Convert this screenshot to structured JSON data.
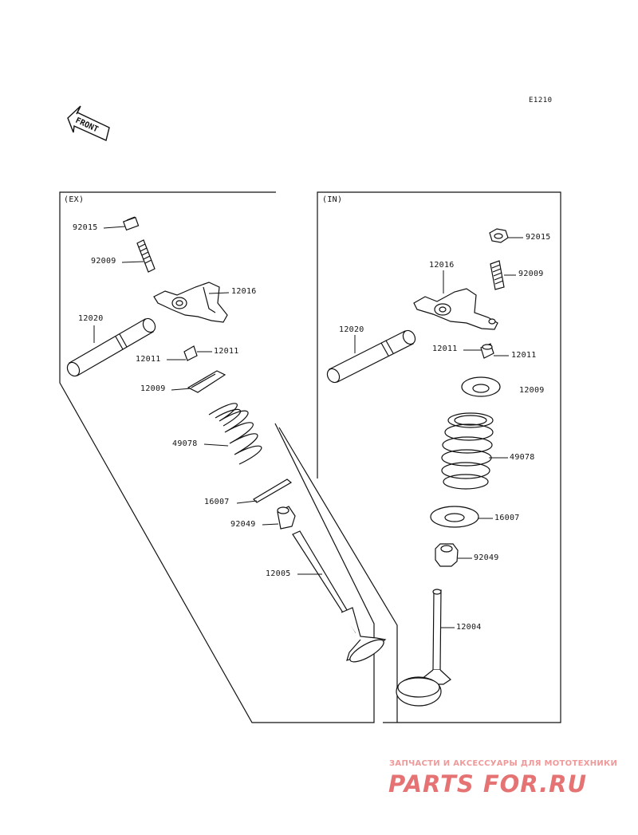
{
  "diagram": {
    "code": "E1210",
    "front_text": "FRONT",
    "panels": {
      "ex": {
        "label": "(EX)"
      },
      "in": {
        "label": "(IN)"
      }
    },
    "ex_parts": [
      {
        "id": "ex-92015",
        "number": "92015"
      },
      {
        "id": "ex-92009",
        "number": "92009"
      },
      {
        "id": "ex-12016",
        "number": "12016"
      },
      {
        "id": "ex-12020",
        "number": "12020"
      },
      {
        "id": "ex-12011a",
        "number": "12011"
      },
      {
        "id": "ex-12011b",
        "number": "12011"
      },
      {
        "id": "ex-12009",
        "number": "12009"
      },
      {
        "id": "ex-49078",
        "number": "49078"
      },
      {
        "id": "ex-16007",
        "number": "16007"
      },
      {
        "id": "ex-92049",
        "number": "92049"
      },
      {
        "id": "ex-12005",
        "number": "12005"
      }
    ],
    "in_parts": [
      {
        "id": "in-92015",
        "number": "92015"
      },
      {
        "id": "in-12016",
        "number": "12016"
      },
      {
        "id": "in-92009",
        "number": "92009"
      },
      {
        "id": "in-12020",
        "number": "12020"
      },
      {
        "id": "in-12011a",
        "number": "12011"
      },
      {
        "id": "in-12011b",
        "number": "12011"
      },
      {
        "id": "in-12009",
        "number": "12009"
      },
      {
        "id": "in-49078",
        "number": "49078"
      },
      {
        "id": "in-16007",
        "number": "16007"
      },
      {
        "id": "in-92049",
        "number": "92049"
      },
      {
        "id": "in-12004",
        "number": "12004"
      }
    ]
  },
  "watermark": {
    "tagline": "ЗАПЧАСТИ И АКСЕССУАРЫ ДЛЯ МОТОТЕХНИКИ",
    "logo": "PARTS FOR.RU"
  },
  "colors": {
    "ink": "#111111",
    "watermark": "#e57373"
  }
}
